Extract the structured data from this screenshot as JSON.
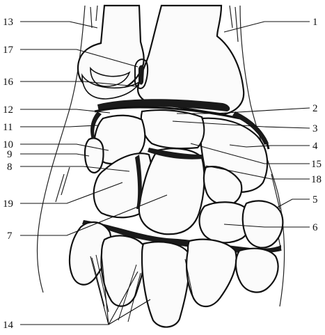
{
  "figure": {
    "stroke_color": "#111111",
    "fill_color": "#fbfbfb",
    "dark_color": "#1a1a1a"
  },
  "labels": {
    "n1": "1",
    "n2": "2",
    "n3": "3",
    "n4": "4",
    "n5": "5",
    "n6": "6",
    "n7": "7",
    "n8": "8",
    "n9": "9",
    "n10": "10",
    "n11": "11",
    "n12": "12",
    "n13": "13",
    "n14": "14",
    "n15": "15",
    "n16": "16",
    "n17": "17",
    "n18": "18",
    "n19": "19"
  }
}
